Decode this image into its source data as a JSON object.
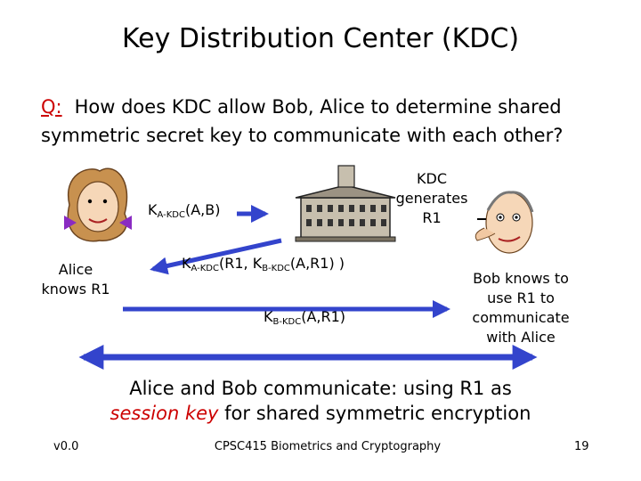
{
  "title": "Key Distribution Center (KDC)",
  "question": {
    "label": "Q:",
    "line1": "How does KDC allow Bob, Alice to determine shared",
    "line2": "symmetric secret key to communicate with each other?"
  },
  "messages": {
    "m1": {
      "k": "K",
      "sub": "A-KDC",
      "rest": "(A,B)"
    },
    "m2": {
      "k": "K",
      "sub": "A-KDC",
      "mid": "(R1, K",
      "sub2": "B-KDC",
      "rest": "(A,R1) )"
    },
    "m3": {
      "k": "K",
      "sub": "B-KDC",
      "rest": "(A,R1)"
    }
  },
  "kdc_note": [
    "KDC",
    "generates",
    "R1"
  ],
  "alice_note": [
    "Alice",
    "knows R1"
  ],
  "bob_note": [
    "Bob knows to",
    "use R1 to",
    "communicate",
    "with Alice"
  ],
  "conclusion": {
    "line1": "Alice and Bob communicate: using R1 as",
    "session": "session key",
    "line2_rest": " for shared symmetric encryption"
  },
  "footer": {
    "left": "v0.0",
    "center": "CPSC415 Biometrics and Cryptography",
    "right": "19"
  },
  "colors": {
    "arrow": "#3344cc",
    "accent": "#cc0000"
  }
}
